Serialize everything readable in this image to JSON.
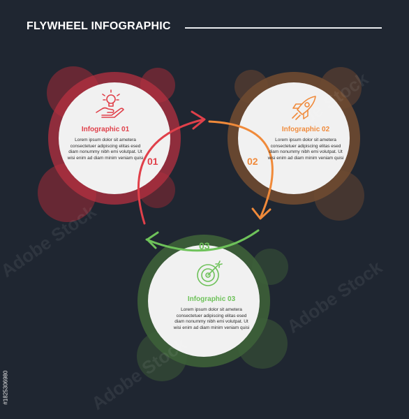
{
  "title": "FLYWHEEL INFOGRAPHIC",
  "colors": {
    "background": "#1f2631",
    "step1": "#e0404a",
    "step2": "#f08a3a",
    "step3": "#6ec25a",
    "card": "#f1f1f1"
  },
  "steps": [
    {
      "number": "01",
      "title": "Infographic 01",
      "icon": "hand-lightbulb-icon",
      "text": "Lorem ipsum dolor sit ametera consectetuer adipiscing elitas esed diam nonummy nibh emi volutpat. Ut wisi enim ad diam minim veniam quisi"
    },
    {
      "number": "02",
      "title": "Infographic 02",
      "icon": "rocket-icon",
      "text": "Lorem ipsum dolor sit ametera consectetuer adipiscing elitas esed diam nonummy nibh emi volutpat. Ut wisi enim ad diam minim veniam quisi"
    },
    {
      "number": "03",
      "title": "Infographic 03",
      "icon": "target-icon",
      "text": "Lorem ipsum dolor sit ametera consectetuer adipiscing elitas esed diam nonummy nibh emi volutpat. Ut wisi enim ad diam minim veniam quisi"
    }
  ],
  "watermark": "Adobe Stock",
  "side_id": "#1825306980"
}
